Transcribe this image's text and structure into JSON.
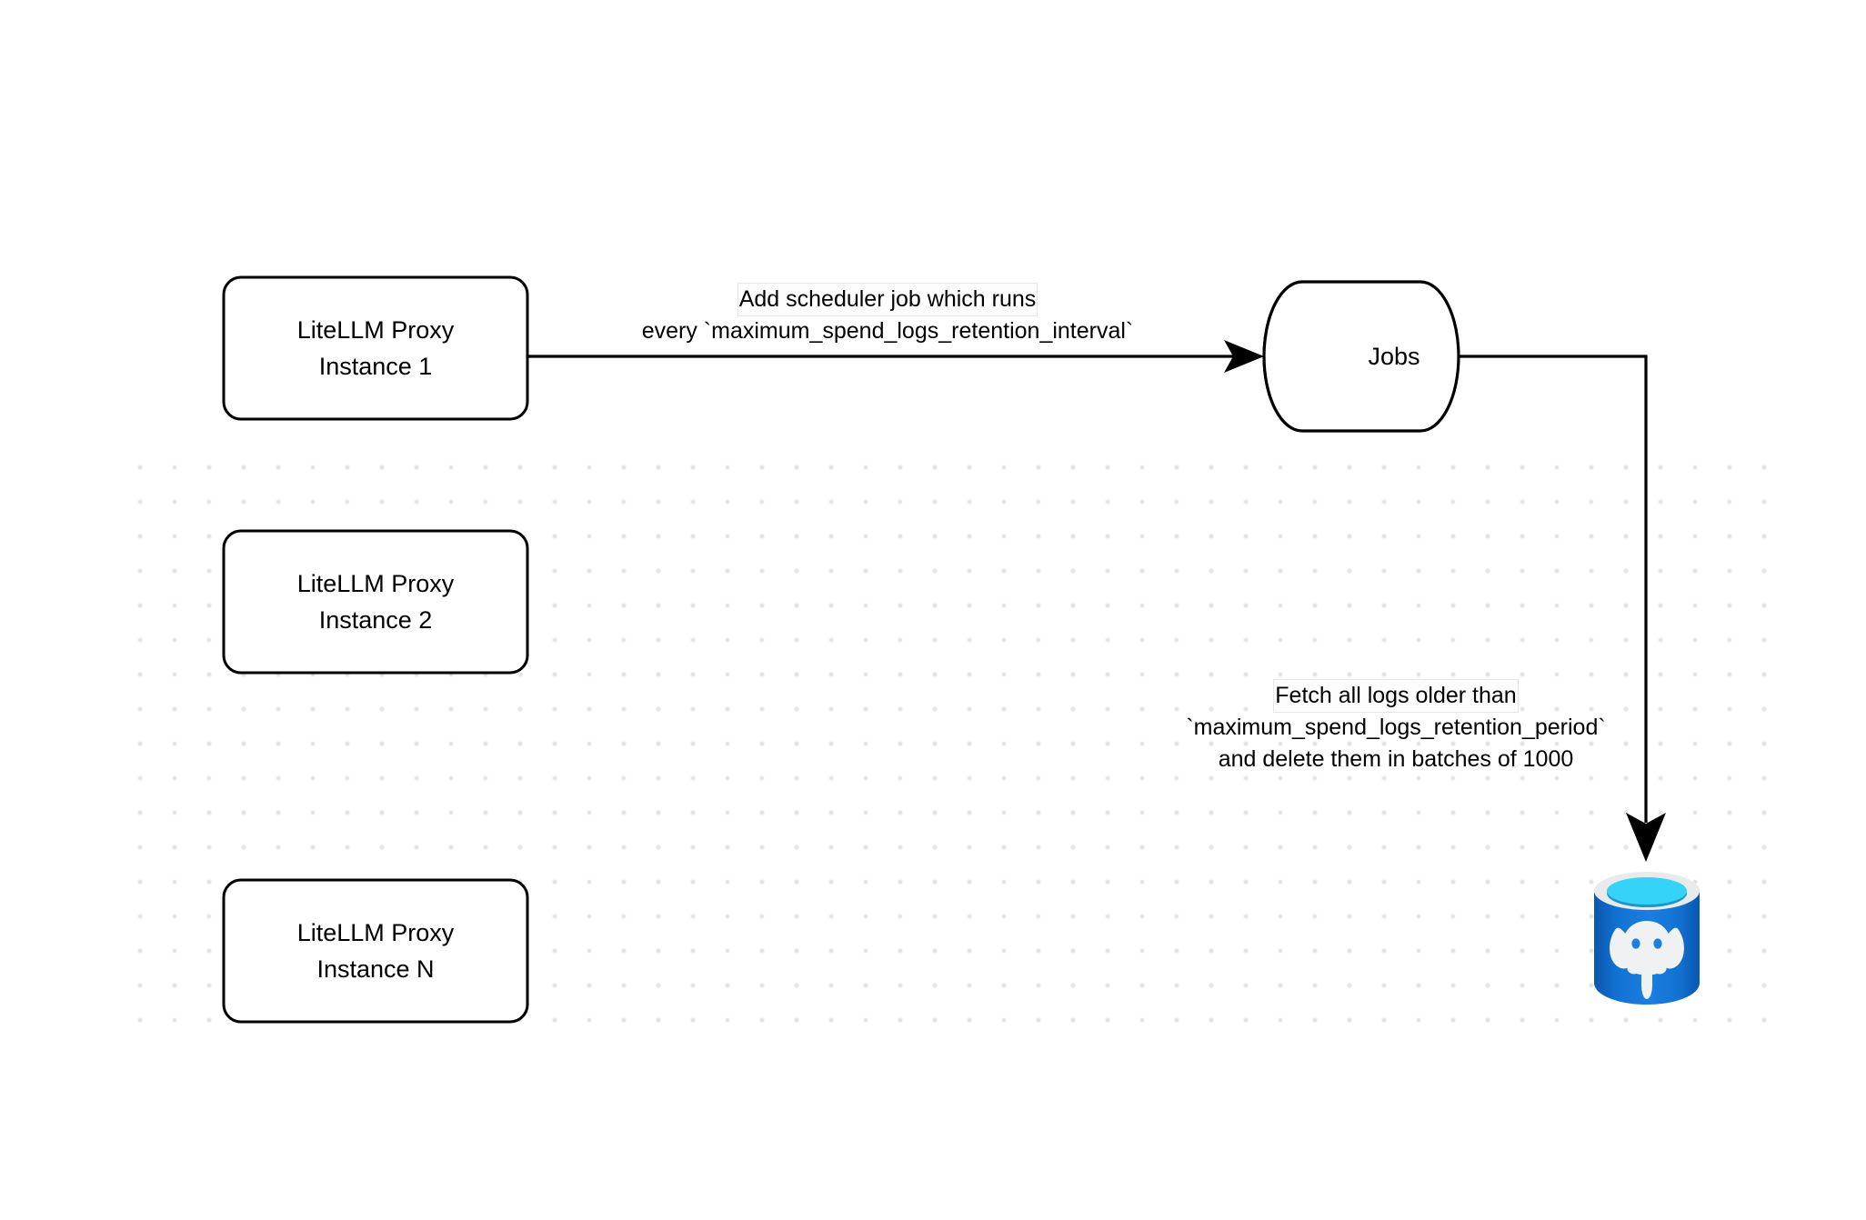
{
  "diagram": {
    "title": "LiteLLM spend logs retention scheduler flow",
    "background_color": "#ffffff",
    "grid_dot_color": "#e3e4e6",
    "stroke_color": "#000000"
  },
  "nodes": {
    "proxy_instances": [
      {
        "id": "instance-1",
        "line1": "LiteLLM Proxy",
        "line2": "Instance 1"
      },
      {
        "id": "instance-2",
        "line1": "LiteLLM Proxy",
        "line2": "Instance 2"
      },
      {
        "id": "instance-n",
        "line1": "LiteLLM Proxy",
        "line2": "Instance N"
      }
    ],
    "jobs_store": {
      "id": "jobs-cylinder",
      "label": "Jobs",
      "shape": "cylinder-horizontal"
    },
    "database": {
      "id": "postgres-database",
      "shape": "cylinder-vertical",
      "icon": "postgresql-elephant-icon",
      "colors": {
        "body_dark": "#0a57b0",
        "body_light": "#1a7fe0",
        "rim": "#e9eaec",
        "top_cyan": "#35d3f7",
        "top_shadow": "#1f97c6",
        "elephant": "#f0f1f2"
      }
    }
  },
  "edges": [
    {
      "id": "edge-scheduler",
      "from": "instance-1",
      "to": "jobs-cylinder",
      "type": "straight-horizontal",
      "label_lines": [
        "Add scheduler job which runs",
        "every `maximum_spend_logs_retention_interval`"
      ]
    },
    {
      "id": "edge-delete-logs",
      "from": "jobs-cylinder",
      "to": "postgres-database",
      "type": "elbow-right-down",
      "label_lines": [
        "Fetch all logs older than",
        "`maximum_spend_logs_retention_period`",
        "and delete them in batches of 1000"
      ]
    }
  ]
}
